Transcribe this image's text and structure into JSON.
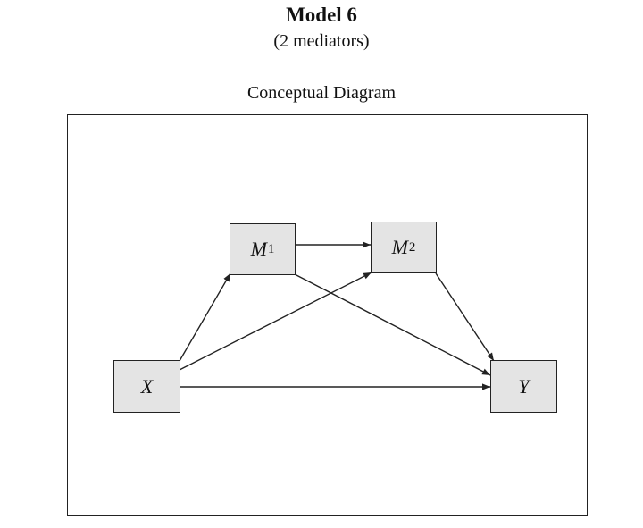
{
  "header": {
    "title": "Model 6",
    "subtitle": "(2 mediators)",
    "diagram_label": "Conceptual Diagram"
  },
  "nodes": {
    "x": {
      "label": "X"
    },
    "m1": {
      "label": "M",
      "subscript": "1"
    },
    "m2": {
      "label": "M",
      "subscript": "2"
    },
    "y": {
      "label": "Y"
    }
  },
  "edges": [
    {
      "from": "x",
      "to": "m1"
    },
    {
      "from": "x",
      "to": "m2"
    },
    {
      "from": "x",
      "to": "y"
    },
    {
      "from": "m1",
      "to": "m2"
    },
    {
      "from": "m1",
      "to": "y"
    },
    {
      "from": "m2",
      "to": "y"
    }
  ],
  "colors": {
    "node_fill": "#e4e4e4",
    "stroke": "#222222"
  }
}
